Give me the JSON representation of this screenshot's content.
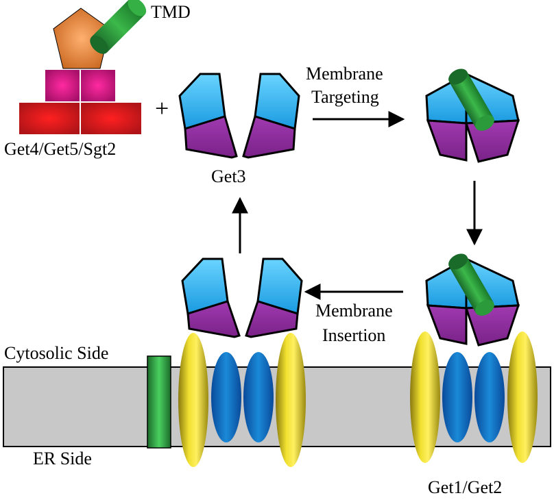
{
  "labels": {
    "tmd": "TMD",
    "complex": "Get4/Get5/Sgt2",
    "plus": "+",
    "get3": "Get3",
    "targeting_line1": "Membrane",
    "targeting_line2": "Targeting",
    "insertion_line1": "Membrane",
    "insertion_line2": "Insertion",
    "cytosolic": "Cytosolic Side",
    "er": "ER Side",
    "get1get2": "Get1/Get2"
  },
  "colors": {
    "pentagon": "#e07a2e",
    "tmd": "#2a9a3a",
    "magenta": "#d0147e",
    "red": "#d41820",
    "get3_top": "#2aa8e8",
    "get3_bottom": "#8a2a9a",
    "membrane": "#c8c8c8",
    "yellow": "#e8d21a",
    "blue": "#1078c0",
    "green_helix": "#2a9a3a"
  }
}
